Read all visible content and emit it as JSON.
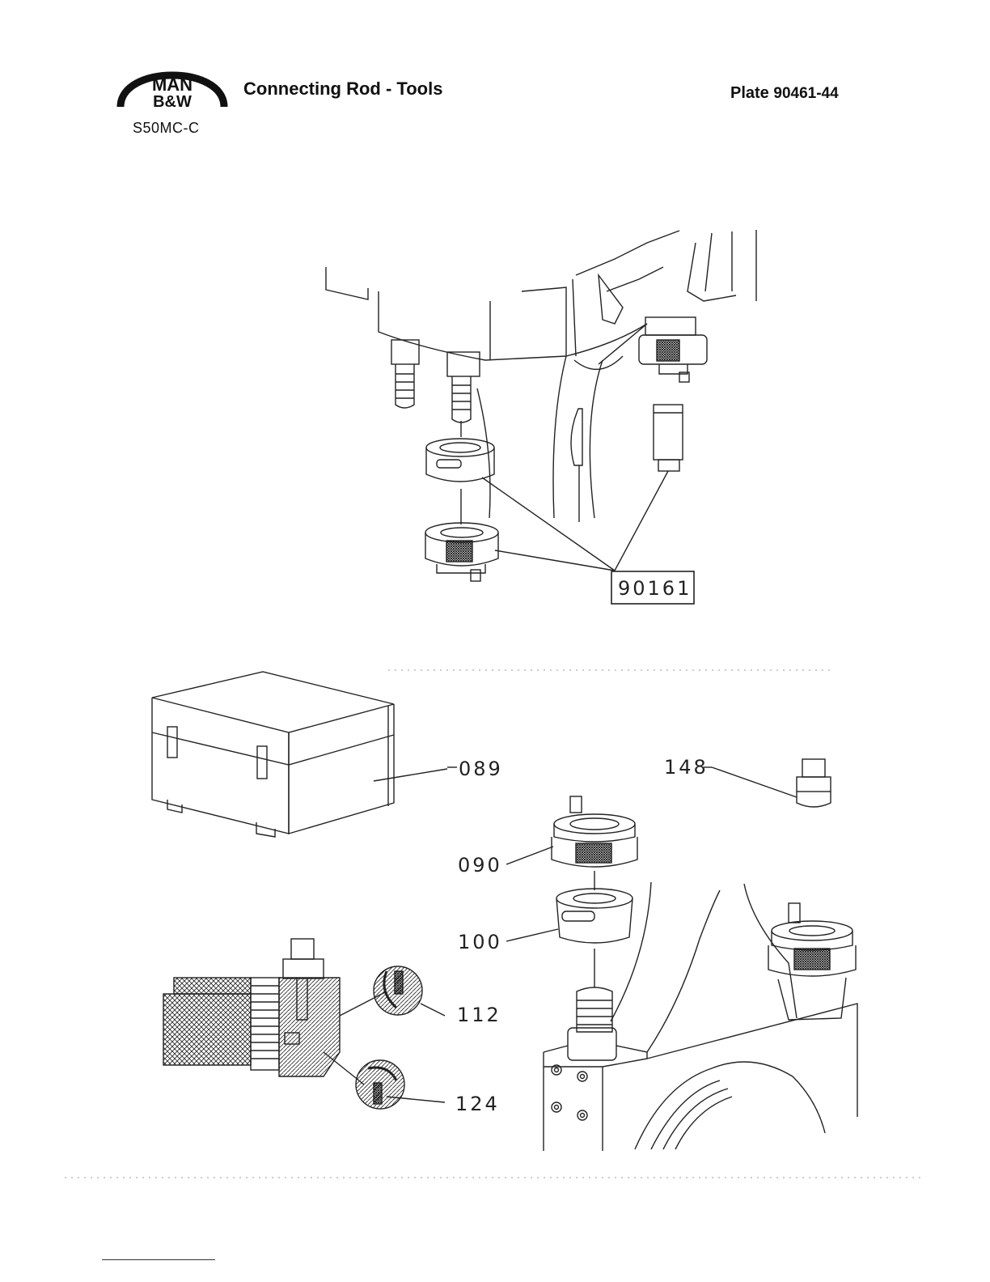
{
  "header": {
    "logo_line1": "MAN",
    "logo_line2": "B&W",
    "model": "S50MC-C",
    "title": "Connecting Rod - Tools",
    "plate_label": "Plate",
    "plate_number": "90461-44"
  },
  "callouts": {
    "assembly_ref": "90161",
    "box": "089",
    "jack": "090",
    "spacer": "100",
    "seal_upper": "112",
    "seal_lower": "124",
    "plug": "148"
  }
}
